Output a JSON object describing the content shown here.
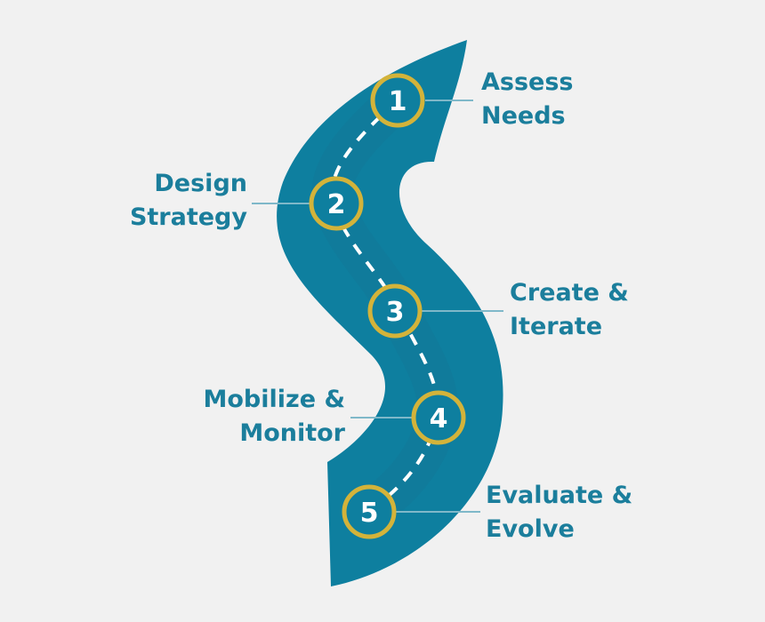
{
  "colors": {
    "background": "#f1f1f1",
    "road": "#0e7f9f",
    "road_center": "#137a98",
    "ring": "#d3b33a",
    "label_text": "#1b7e9c",
    "connector": "#7fb8c9",
    "dash": "#ffffff"
  },
  "steps": [
    {
      "number": "1",
      "line1": "Assess",
      "line2": "Needs"
    },
    {
      "number": "2",
      "line1": "Design",
      "line2": "Strategy"
    },
    {
      "number": "3",
      "line1": "Create &",
      "line2": "Iterate"
    },
    {
      "number": "4",
      "line1": "Mobilize &",
      "line2": "Monitor"
    },
    {
      "number": "5",
      "line1": "Evaluate &",
      "line2": "Evolve"
    }
  ]
}
